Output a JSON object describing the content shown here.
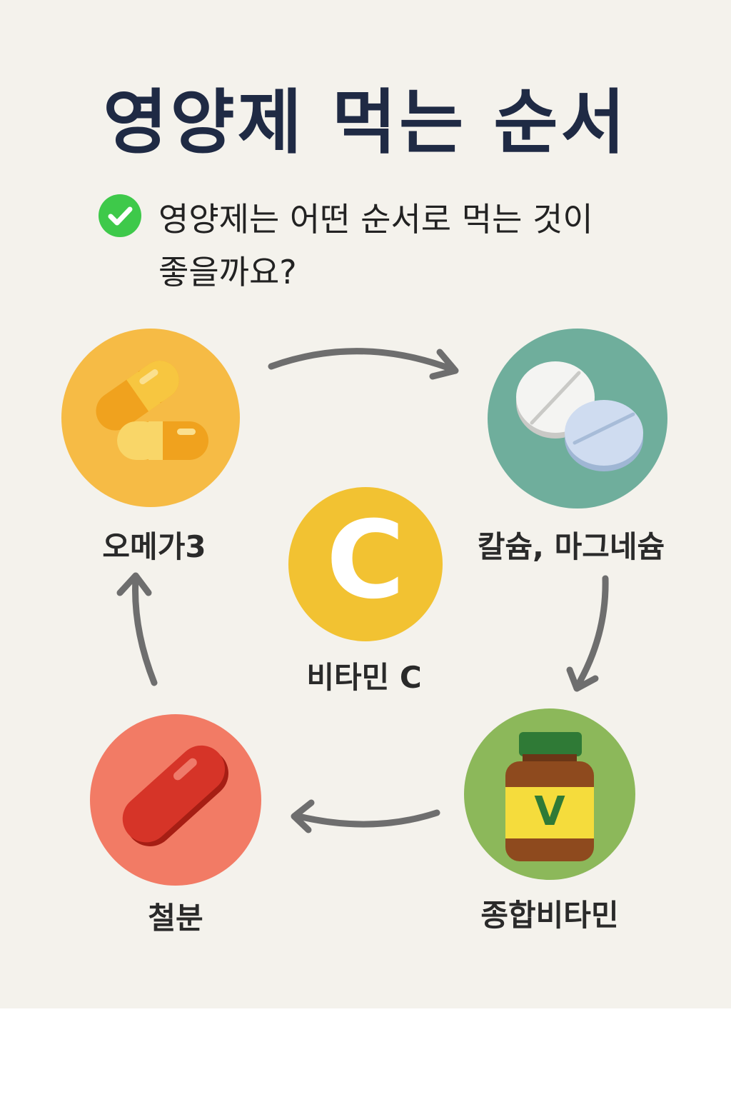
{
  "title": "영양제 먹는 순서",
  "question": {
    "line1": "영양제는 어떤 순서로 먹는 것이",
    "line2": "좋을까요?",
    "icon": "check-circle-icon"
  },
  "nodes": {
    "omega3": {
      "label": "오메가3",
      "color": "#f6bb45",
      "icon": "capsule-pills-icon"
    },
    "calcium": {
      "label": "칼슘, 마그네슘",
      "color": "#6fae9c",
      "icon": "tablets-icon"
    },
    "multivitamin": {
      "label": "종합비타민",
      "color": "#8cb85a",
      "icon": "vitamin-bottle-icon",
      "bottle_letter": "V"
    },
    "iron": {
      "label": "철분",
      "color": "#f27b65",
      "icon": "red-capsule-icon"
    },
    "vitamin_c": {
      "label": "비타민 C",
      "color": "#f2c232",
      "icon": "letter-c-icon",
      "letter": "C"
    }
  },
  "arrow_color": "#6e6e6e"
}
